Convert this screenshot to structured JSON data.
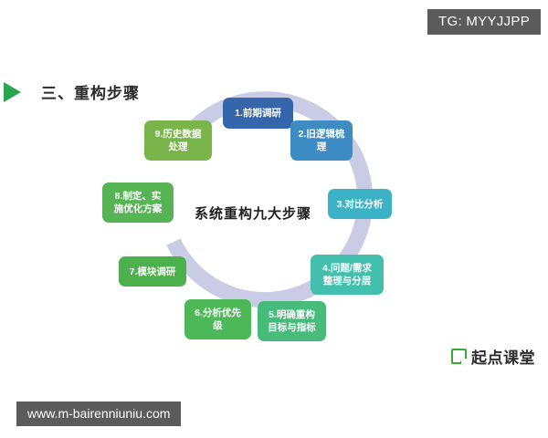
{
  "watermark": {
    "tg_badge": "TG: MYYJJPP",
    "url_bar": "www.m-bairenniuniu.com"
  },
  "heading": {
    "bullet_icon": "triangle-right-icon",
    "text": "三、重构步骤",
    "bullet_color": "#2aa44f"
  },
  "diagram": {
    "center_label": "系统重构九大步骤",
    "ring_color": "#c9cce4",
    "arrow_icon": "clockwise-arrow-icon",
    "nodes": [
      {
        "label": "1.前期调研",
        "color": "#3566ab"
      },
      {
        "label": "2.旧逻辑梳\n理",
        "color": "#3e8cc4"
      },
      {
        "label": "3.对比分析",
        "color": "#3bb2c6"
      },
      {
        "label": "4.问题/需求\n整理与分层",
        "color": "#43bfad"
      },
      {
        "label": "5.明确重构\n目标与指标",
        "color": "#46bb7a"
      },
      {
        "label": "6.分析优先\n级",
        "color": "#4cb857"
      },
      {
        "label": "7.模块调研",
        "color": "#4cb04c"
      },
      {
        "label": "8.制定、实\n施优化方案",
        "color": "#57b455"
      },
      {
        "label": "9.历史数据\n处理",
        "color": "#79b54a"
      }
    ]
  },
  "logo": {
    "mark_icon": "qidian-q-mark-icon",
    "text": "起点课堂",
    "color": "#3aa93a"
  }
}
